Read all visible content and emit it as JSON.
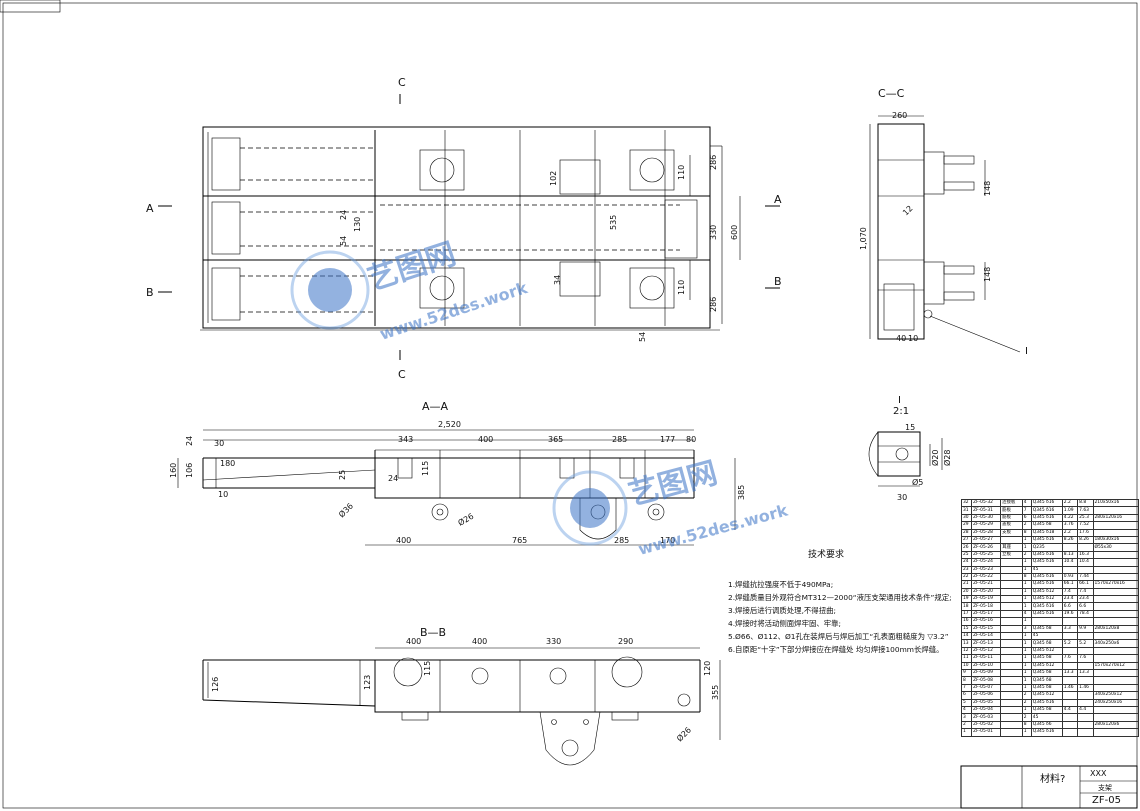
{
  "views": {
    "section_c_top": "C",
    "section_c_bottom": "C",
    "section_a_left": "A",
    "section_a_right": "A",
    "section_b_left": "B",
    "section_b_right": "B",
    "view_cc": "C—C",
    "view_aa": "A—A",
    "view_bb": "B—B",
    "detail_i": "I",
    "detail_scale": "2:1",
    "detail_ref": "I"
  },
  "dims_plan": {
    "d286a": "286",
    "d110a": "110",
    "d102": "102",
    "d535": "535",
    "d330": "330",
    "d600": "600",
    "d110b": "110",
    "d286b": "286",
    "d54a": "54",
    "d24": "24",
    "d130": "130",
    "d54b": "54",
    "d34": "34"
  },
  "dims_cc": {
    "w260": "260",
    "h1070": "1,070",
    "d148a": "148",
    "d148b": "148",
    "d40": "40",
    "d10": "10",
    "d12": "12"
  },
  "dims_aa": {
    "total": "2,520",
    "d30": "30",
    "d343": "343",
    "d400": "400",
    "d365": "365",
    "d285": "285",
    "d177": "177",
    "d80": "80",
    "d24": "24",
    "d160": "160",
    "d106": "106",
    "d180": "180",
    "d10": "10",
    "d25": "25",
    "d115": "115",
    "d385": "385",
    "b400": "400",
    "b765": "765",
    "b285": "285",
    "b170": "170",
    "phi36": "Ø36",
    "phi26": "Ø26"
  },
  "dims_bb": {
    "d400a": "400",
    "d400b": "400",
    "d330": "330",
    "d290": "290",
    "d115": "115",
    "d120": "120",
    "d126": "126",
    "d123": "123",
    "d355": "355",
    "phi26": "Ø26"
  },
  "dims_detail": {
    "d15": "15",
    "d20": "Ø20",
    "d28": "Ø28",
    "d5": "Ø5",
    "d30": "30"
  },
  "notes": {
    "heading": "技术要求",
    "items": [
      "1.焊缝抗拉强度不低于490MPa;",
      "2.焊缝质量目外观符合MT312—2000“液压支架通用技术条件”规定;",
      "3.焊接后进行调质处理,不得扭曲;",
      "4.焊接时将活动侧面焊牢固、牢靠;",
      "5.Ø66、Ø112、Ø1孔在装焊后与焊后加工“孔表面粗糙度为 ▽3.2”",
      "6.自原距“十字”下部分焊接应在焊缝处  均匀焊接100mm长焊缝。"
    ]
  },
  "bom": [
    [
      "32",
      "ZF-05-32",
      "连接板",
      "4",
      "Q345 δ16",
      "2.2",
      "8.8",
      "210x50x16"
    ],
    [
      "31",
      "ZF-05-31",
      "筋板",
      "7",
      "Q345 δ16",
      "1.09",
      "7.63",
      ""
    ],
    [
      "30",
      "ZF-05-30",
      "筋板",
      "6",
      "Q345 δ16",
      "4.22",
      "25.3",
      "280x120x16"
    ],
    [
      "29",
      "ZF-05-29",
      "盖板",
      "2",
      "Q345 δ8",
      "3.76",
      "7.52",
      ""
    ],
    [
      "28",
      "ZF-05-28",
      "支板",
      "8",
      "Q345 δ18",
      "2.2",
      "17.6",
      ""
    ],
    [
      "27",
      "ZF-05-27",
      "",
      "1",
      "Q345 δ16",
      "8.26",
      "8.26",
      "180x30x16"
    ],
    [
      "26",
      "ZF-05-26",
      "耳座",
      "1",
      "Q235",
      "",
      "",
      "Ø55x30"
    ],
    [
      "25",
      "ZF-05-25",
      "立板",
      "2",
      "Q345 δ16",
      "8.13",
      "16.3",
      ""
    ],
    [
      "24",
      "ZF-05-24",
      "",
      "1",
      "Q345 δ16",
      "10.4",
      "10.4",
      ""
    ],
    [
      "23",
      "ZF-05-23",
      "",
      "1",
      "45",
      "",
      "",
      ""
    ],
    [
      "22",
      "ZF-05-22",
      "",
      "8",
      "Q345 δ16",
      "0.93",
      "7.44",
      ""
    ],
    [
      "21",
      "ZF-05-21",
      "",
      "1",
      "Q345 δ16",
      "66.1",
      "66.1",
      "1570x270x16"
    ],
    [
      "20",
      "ZF-05-20",
      "",
      "1",
      "Q345 δ12",
      "7.4",
      "7.4",
      ""
    ],
    [
      "19",
      "ZF-05-19",
      "",
      "1",
      "Q345 δ12",
      "23.4",
      "23.4",
      ""
    ],
    [
      "18",
      "ZF-05-18",
      "",
      "1",
      "Q345 δ16",
      "6.6",
      "6.6",
      ""
    ],
    [
      "17",
      "ZF-05-17",
      "",
      "4",
      "Q345 δ16",
      "19.6",
      "78.4",
      ""
    ],
    [
      "16",
      "ZF-05-16",
      "",
      "1",
      "",
      "",
      "",
      ""
    ],
    [
      "15",
      "ZF-05-15",
      "",
      "3",
      "Q345 δ8",
      "3.3",
      "9.9",
      "280x120x8"
    ],
    [
      "14",
      "ZF-05-14",
      "",
      "1",
      "45",
      "",
      "",
      ""
    ],
    [
      "13",
      "ZF-05-13",
      "",
      "1",
      "Q345 δ8",
      "5.2",
      "5.2",
      "340x250x6"
    ],
    [
      "12",
      "ZF-05-12",
      "",
      "1",
      "Q345 δ12",
      "",
      "",
      ""
    ],
    [
      "11",
      "ZF-05-11",
      "",
      "1",
      "Q345 δ8",
      "7.6",
      "7.6",
      ""
    ],
    [
      "10",
      "ZF-05-10",
      "",
      "1",
      "Q345 δ12",
      "",
      "",
      "1570x270x12"
    ],
    [
      "9",
      "ZF-05-09",
      "",
      "1",
      "Q345 δ8",
      "13.3",
      "13.3",
      ""
    ],
    [
      "8",
      "ZF-05-08",
      "",
      "1",
      "Q345 δ8",
      "",
      "",
      ""
    ],
    [
      "7",
      "ZF-05-07",
      "",
      "1",
      "Q345 δ8",
      "1.46",
      "1.46",
      ""
    ],
    [
      "6",
      "ZF-05-06",
      "",
      "2",
      "Q345 δ12",
      "",
      "",
      "340x250x12"
    ],
    [
      "5",
      "ZF-05-05",
      "",
      "2",
      "Q345 δ16",
      "",
      "",
      "240x250x16"
    ],
    [
      "4",
      "ZF-05-04",
      "",
      "1",
      "Q345 δ8",
      "4.4",
      "4.4",
      ""
    ],
    [
      "3",
      "ZF-05-03",
      "",
      "2",
      "45",
      "",
      "",
      ""
    ],
    [
      "2",
      "ZF-05-02",
      "",
      "8",
      "Q345 δ6",
      "",
      "",
      "280x120x6"
    ],
    [
      "1",
      "ZF-05-01",
      "",
      "1",
      "Q345 δ16",
      "",
      "",
      ""
    ]
  ],
  "title_block": {
    "material": "材料?",
    "company": "XXX",
    "part_name": "支架",
    "drawing_no": "ZF-05"
  },
  "watermark": {
    "brand": "艺图网",
    "url": "www.52des.work"
  }
}
